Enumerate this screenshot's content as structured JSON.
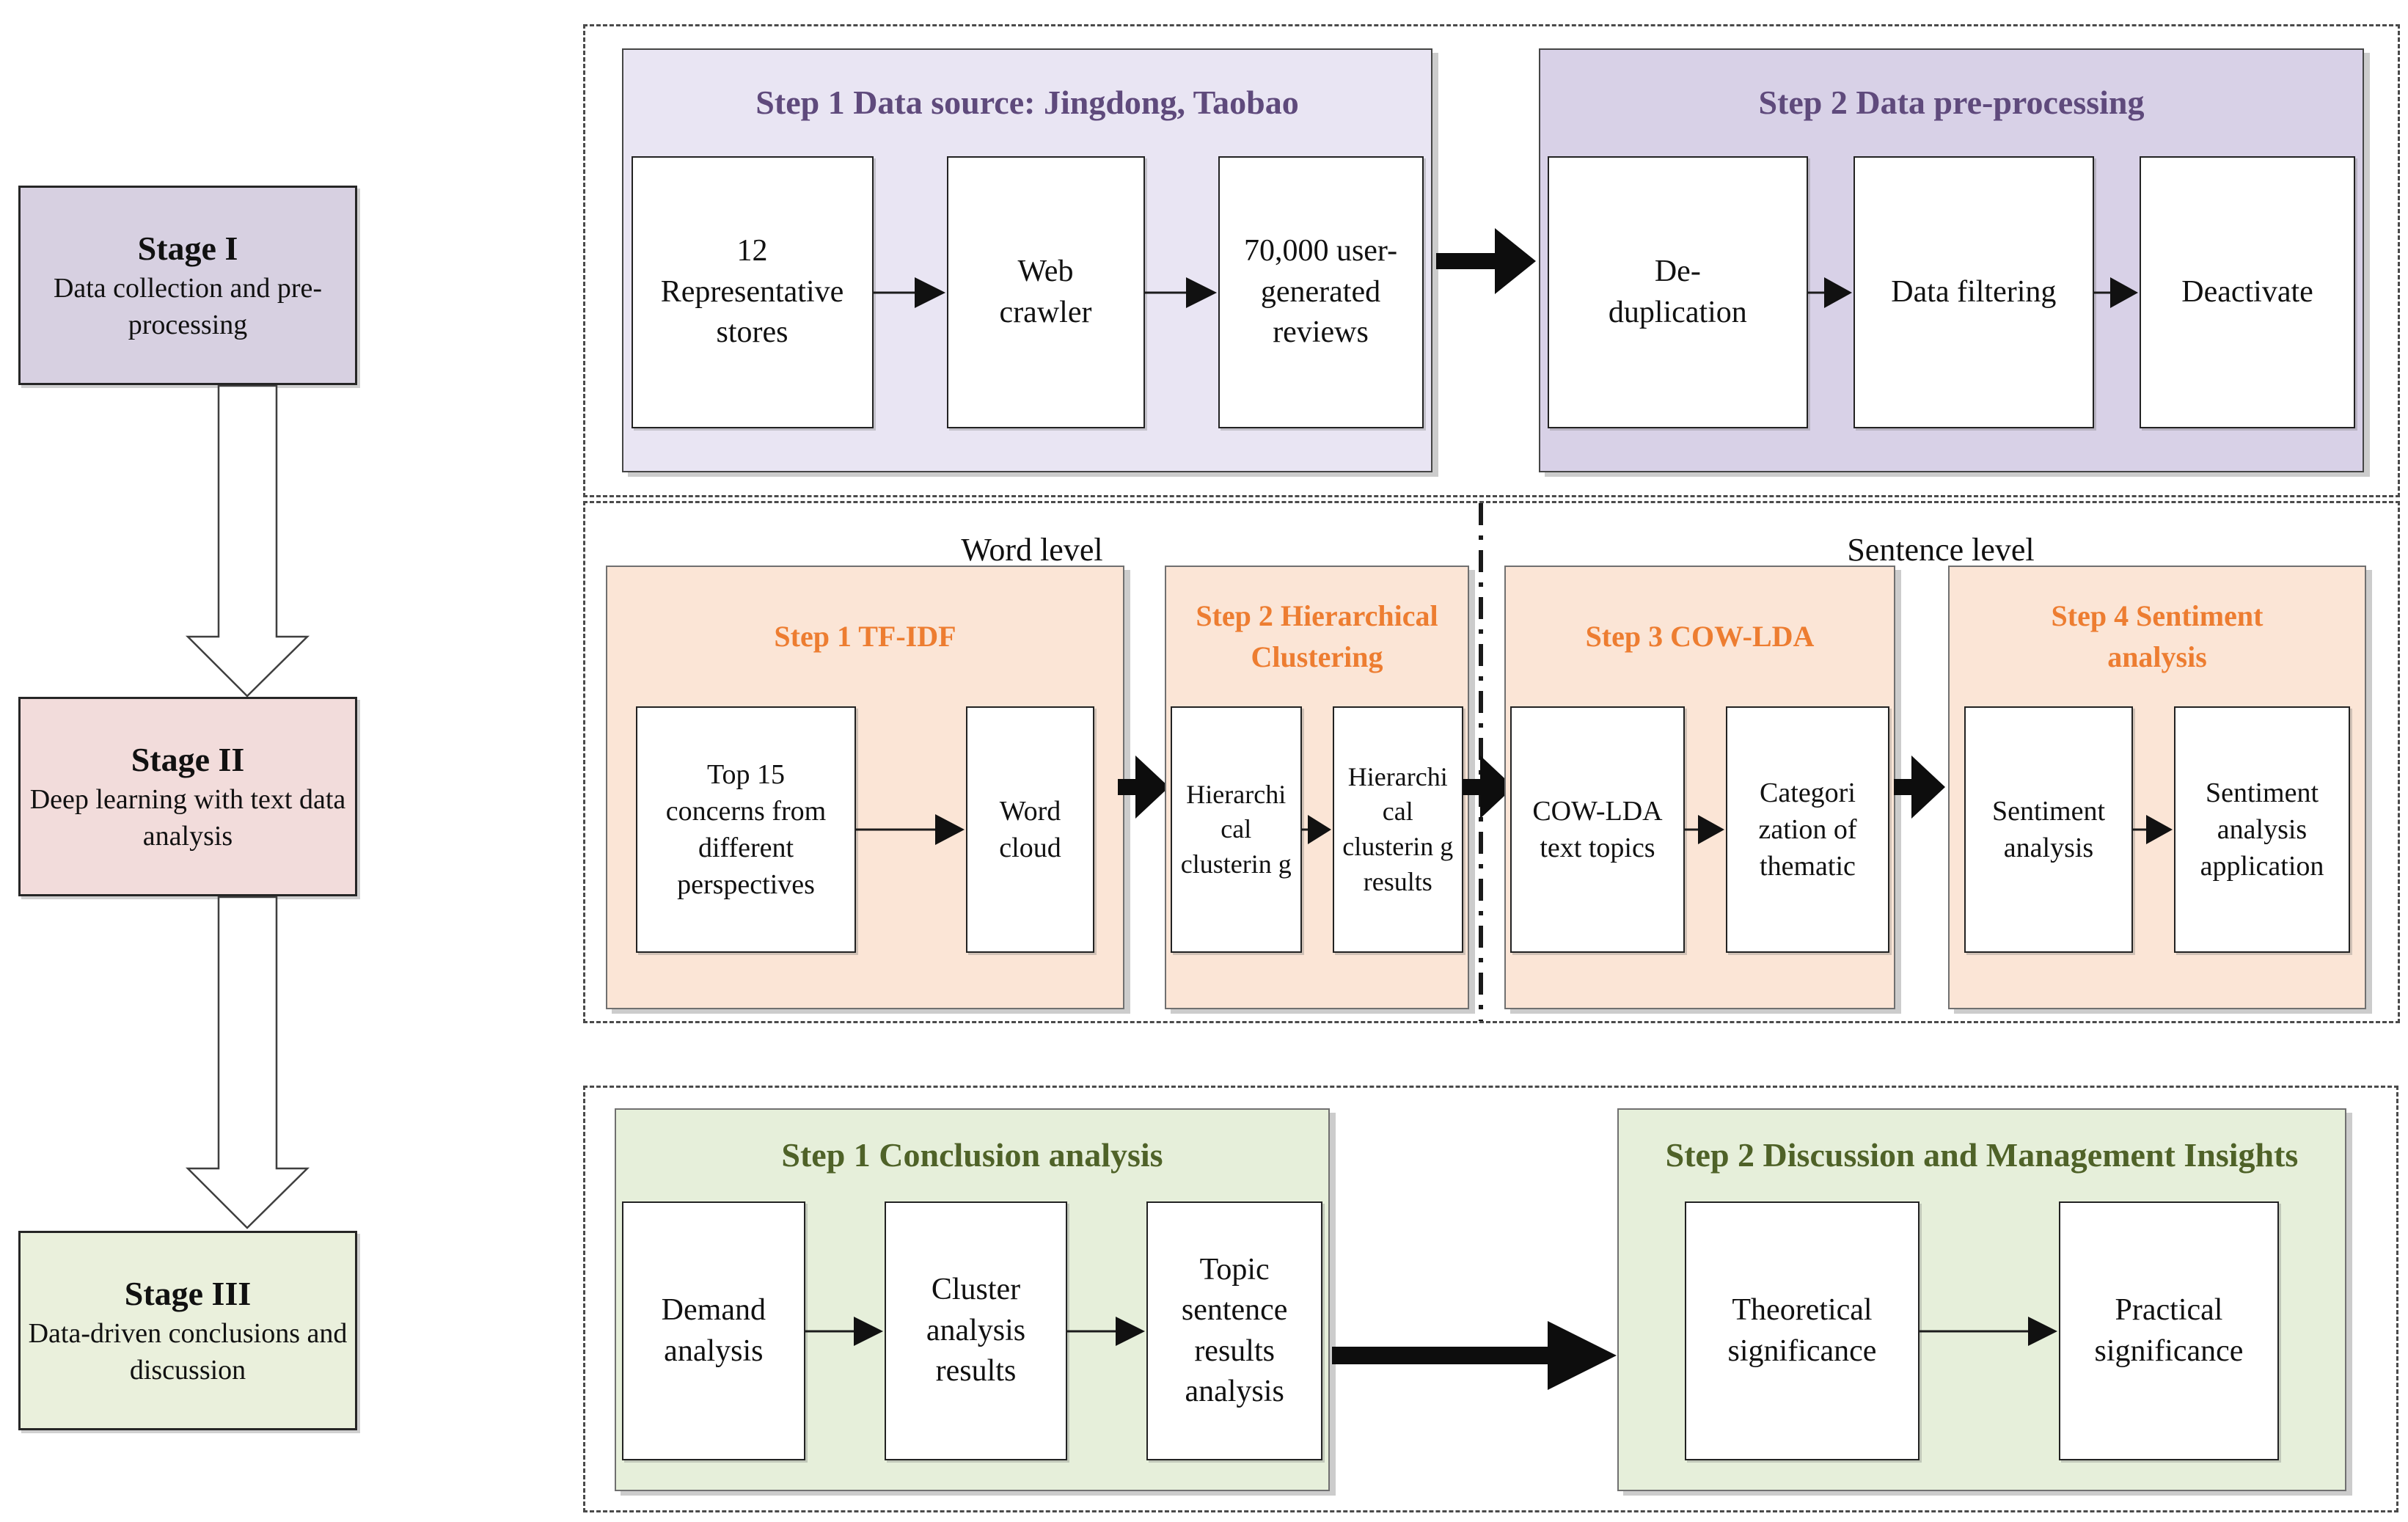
{
  "palette": {
    "stage1_fill": "#D7D0E1",
    "stage2_fill": "#F2DCDB",
    "stage3_fill": "#EAF0DC",
    "panel_lavender_light": "#E9E5F3",
    "panel_lavender": "#D8D1E7",
    "panel_peach": "#FBE5D6",
    "panel_green": "#E6EFDA",
    "title_purple": "#5F4A7C",
    "title_orange": "#ED7D31",
    "title_green": "#4F6228",
    "arrow_black": "#0d0d0d"
  },
  "left_column": {
    "stages": [
      {
        "name": "Stage I",
        "desc": "Data collection and pre-processing"
      },
      {
        "name": "Stage II",
        "desc": "Deep learning with text data analysis"
      },
      {
        "name": "Stage III",
        "desc": "Data-driven conclusions and discussion"
      }
    ]
  },
  "row1": {
    "step1": {
      "title": "Step 1 Data source: Jingdong, Taobao",
      "boxes": [
        "12 Representative stores",
        "Web crawler",
        "70,000 user-generated reviews"
      ]
    },
    "step2": {
      "title": "Step 2 Data pre-processing",
      "boxes": [
        "De-duplication",
        "Data filtering",
        "Deactivate"
      ]
    }
  },
  "row2": {
    "labels": {
      "word": "Word level",
      "sentence": "Sentence level"
    },
    "step1": {
      "title": "Step 1 TF-IDF",
      "boxes": [
        "Top 15 concerns from different perspectives",
        "Word cloud"
      ]
    },
    "step2": {
      "title": "Step 2 Hierarchical Clustering",
      "boxes": [
        "Hierarchi cal clusterin g",
        "Hierarchi cal clusterin g results"
      ]
    },
    "step3": {
      "title": "Step 3 COW-LDA",
      "boxes": [
        "COW-LDA text topics",
        "Categori zation of thematic"
      ]
    },
    "step4": {
      "title": "Step 4 Sentiment analysis",
      "boxes": [
        "Sentiment analysis",
        "Sentiment analysis application"
      ]
    }
  },
  "row3": {
    "step1": {
      "title": "Step 1 Conclusion analysis",
      "boxes": [
        "Demand analysis",
        "Cluster analysis results",
        "Topic sentence results analysis"
      ]
    },
    "step2": {
      "title": "Step 2 Discussion and Management Insights",
      "boxes": [
        "Theoretical significance",
        "Practical significance"
      ]
    }
  }
}
